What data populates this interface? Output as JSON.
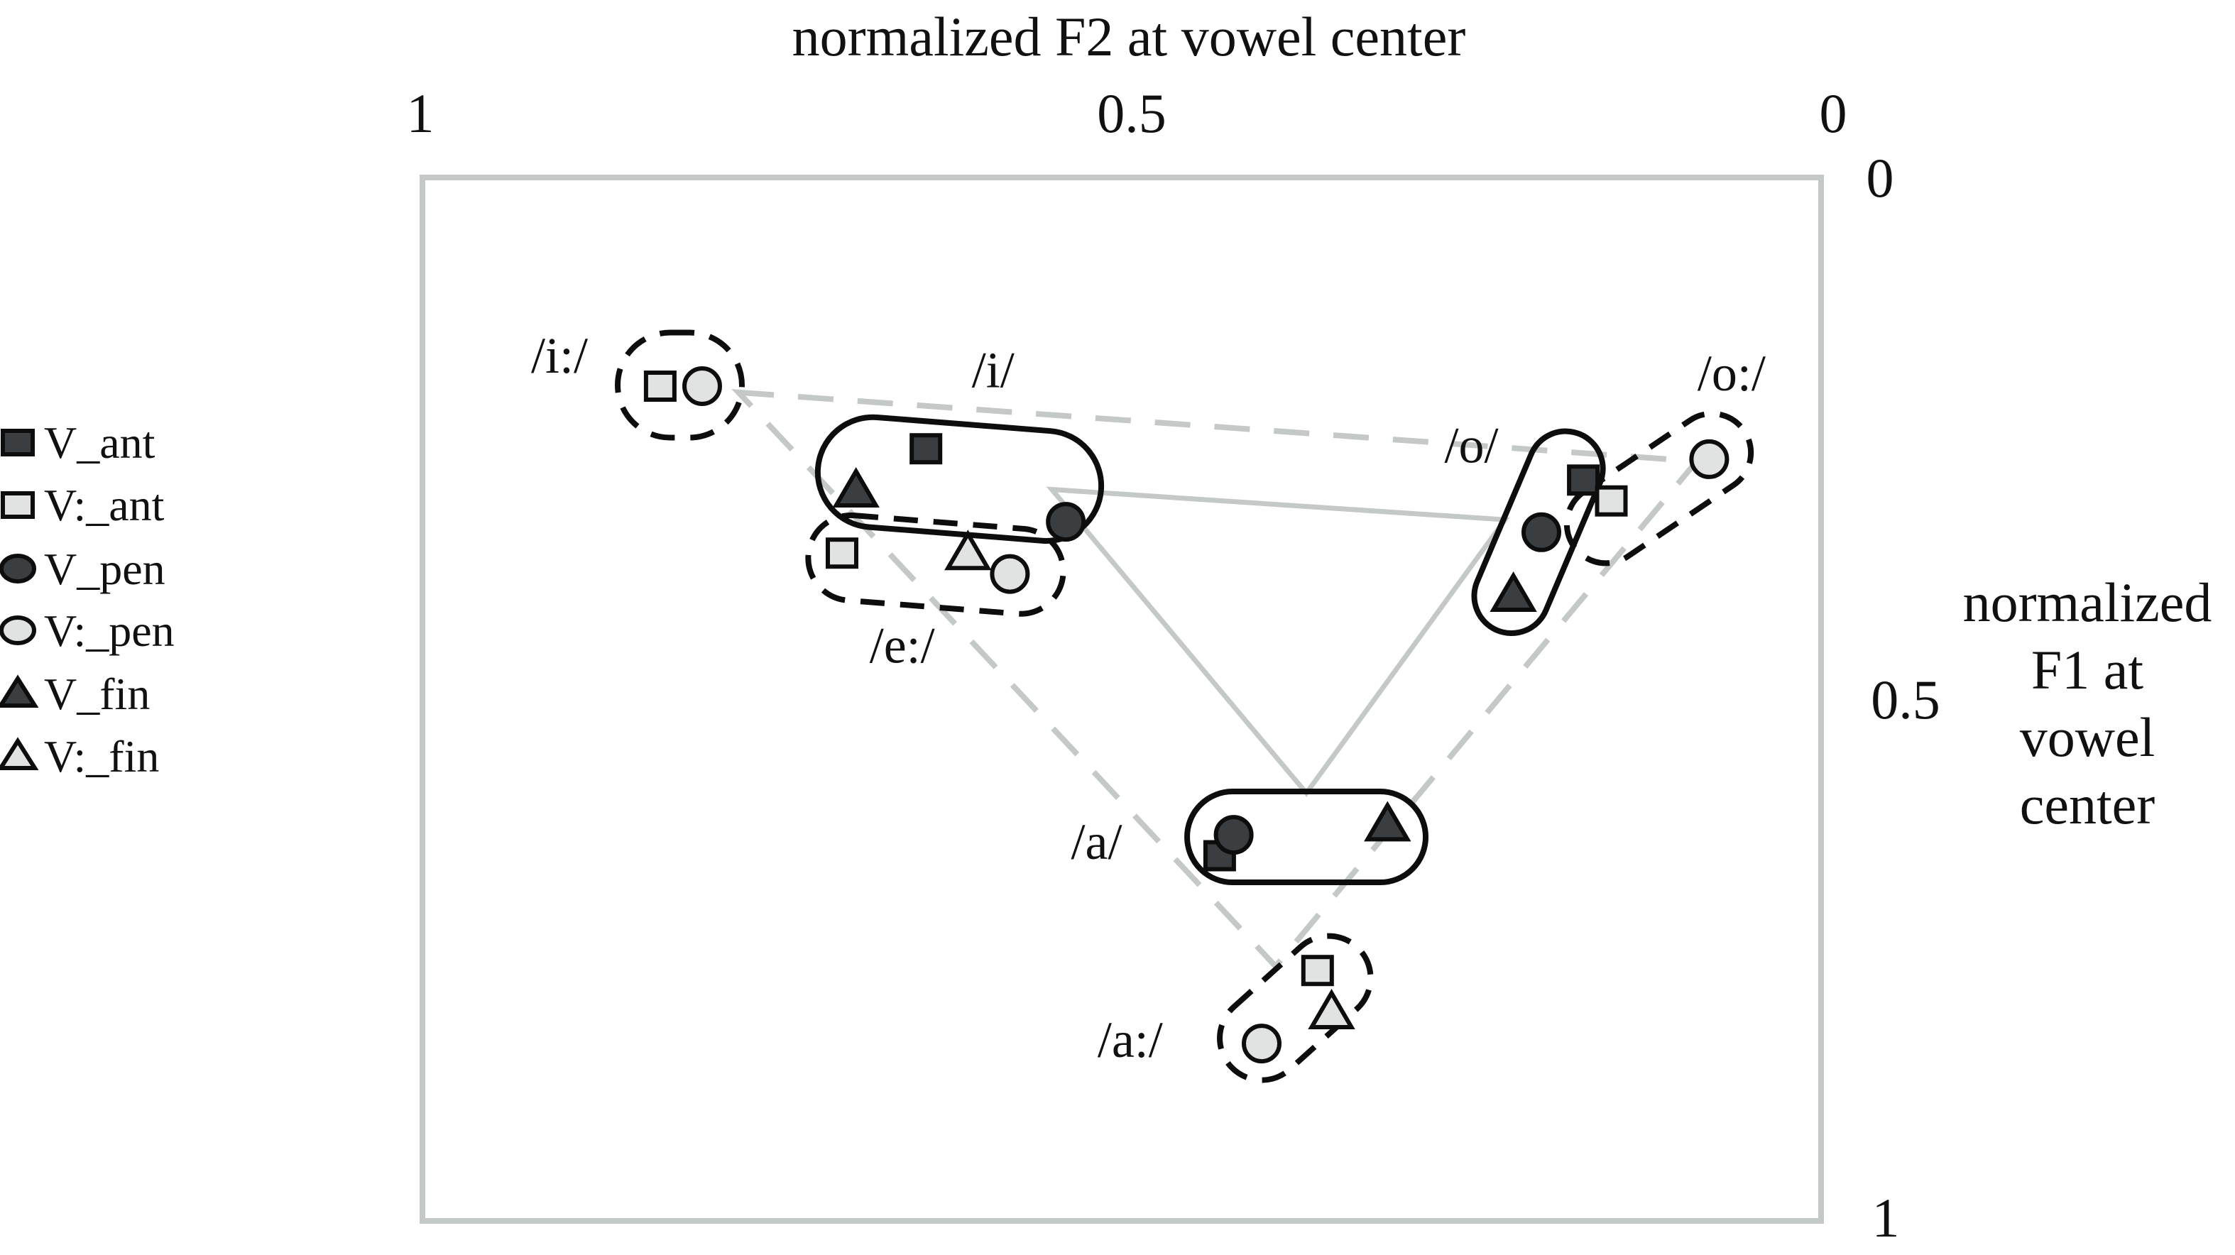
{
  "colors": {
    "dark_fill": "#3a3e40",
    "light_fill": "#e0e3e1",
    "outline": "#0d0d0d",
    "gray": "#c4c9c7",
    "background": "#ffffff"
  },
  "title": "normalized F2 at vowel center",
  "x_axis": {
    "ticks": [
      {
        "label": "1",
        "f2": 1
      },
      {
        "label": "0.5",
        "f2": 0.5
      },
      {
        "label": "0",
        "f2": 0
      }
    ]
  },
  "y_axis": {
    "label_lines": [
      "normalized",
      "F1 at",
      "vowel",
      "center"
    ],
    "ticks": [
      {
        "label": "0",
        "f1": 0
      },
      {
        "label": "0.5",
        "f1": 0.5
      },
      {
        "label": "1",
        "f1": 1
      }
    ]
  },
  "legend": {
    "items": [
      {
        "label": "V_ant",
        "marker": "square",
        "shade": "dark"
      },
      {
        "label": "V:_ant",
        "marker": "square",
        "shade": "light"
      },
      {
        "label": "V_pen",
        "marker": "circle",
        "shade": "dark"
      },
      {
        "label": "V:_pen",
        "marker": "circle",
        "shade": "light"
      },
      {
        "label": "V_fin",
        "marker": "triangle",
        "shade": "dark"
      },
      {
        "label": "V:_fin",
        "marker": "triangle",
        "shade": "light"
      }
    ]
  },
  "chart_data": {
    "type": "scatter",
    "title": "",
    "xlabel": "normalized F2 at vowel center",
    "ylabel": "normalized F1 at vowel center",
    "x_range": [
      1,
      0
    ],
    "y_range": [
      0,
      1
    ],
    "grid": false,
    "legend_position": "left",
    "series": [
      {
        "name": "V_ant",
        "marker": "square",
        "shade": "dark",
        "points": [
          {
            "vowel": "/i/",
            "f2": 0.64,
            "f1": 0.26
          },
          {
            "vowel": "/o/",
            "f2": 0.17,
            "f1": 0.29
          },
          {
            "vowel": "/a/",
            "f2": 0.43,
            "f1": 0.65
          }
        ]
      },
      {
        "name": "V:_ant",
        "marker": "square",
        "shade": "light",
        "points": [
          {
            "vowel": "/i:/",
            "f2": 0.83,
            "f1": 0.2
          },
          {
            "vowel": "/e:/",
            "f2": 0.7,
            "f1": 0.36
          },
          {
            "vowel": "/o:/",
            "f2": 0.15,
            "f1": 0.31
          },
          {
            "vowel": "/a:/",
            "f2": 0.36,
            "f1": 0.76
          }
        ]
      },
      {
        "name": "V_pen",
        "marker": "circle",
        "shade": "dark",
        "points": [
          {
            "vowel": "/i/",
            "f2": 0.54,
            "f1": 0.33
          },
          {
            "vowel": "/o/",
            "f2": 0.2,
            "f1": 0.34
          },
          {
            "vowel": "/a/",
            "f2": 0.42,
            "f1": 0.63
          }
        ]
      },
      {
        "name": "V:_pen",
        "marker": "circle",
        "shade": "light",
        "points": [
          {
            "vowel": "/i:/",
            "f2": 0.8,
            "f1": 0.2
          },
          {
            "vowel": "/e:/",
            "f2": 0.58,
            "f1": 0.38
          },
          {
            "vowel": "/o:/",
            "f2": 0.08,
            "f1": 0.27
          },
          {
            "vowel": "/a:/",
            "f2": 0.4,
            "f1": 0.83
          }
        ]
      },
      {
        "name": "V_fin",
        "marker": "triangle",
        "shade": "dark",
        "points": [
          {
            "vowel": "/i/",
            "f2": 0.69,
            "f1": 0.3
          },
          {
            "vowel": "/o/",
            "f2": 0.22,
            "f1": 0.4
          },
          {
            "vowel": "/a/",
            "f2": 0.31,
            "f1": 0.62
          }
        ]
      },
      {
        "name": "V:_fin",
        "marker": "triangle",
        "shade": "light",
        "points": [
          {
            "vowel": "/e:/",
            "f2": 0.61,
            "f1": 0.36
          },
          {
            "vowel": "/a:/",
            "f2": 0.35,
            "f1": 0.8
          }
        ]
      }
    ],
    "clusters": [
      {
        "vowel": "/i:/",
        "style": "dashed",
        "center": {
          "f2": 0.816,
          "f1": 0.199
        },
        "length": 175,
        "height": 148,
        "rotation": 0,
        "label_pos": {
          "f2": 0.902,
          "f1": 0.17
        }
      },
      {
        "vowel": "/i/",
        "style": "solid",
        "center": {
          "f2": 0.616,
          "f1": 0.289
        },
        "length": 400,
        "height": 155,
        "rotation": 4.5,
        "label_pos": {
          "f2": 0.592,
          "f1": 0.184
        }
      },
      {
        "vowel": "/e:/",
        "style": "dashed",
        "center": {
          "f2": 0.633,
          "f1": 0.371
        },
        "length": 360,
        "height": 120,
        "rotation": 4.5,
        "label_pos": {
          "f2": 0.657,
          "f1": 0.448
        }
      },
      {
        "vowel": "/o/",
        "style": "solid",
        "center": {
          "f2": 0.202,
          "f1": 0.34
        },
        "length": 300,
        "height": 105,
        "rotation": -67,
        "label_pos": {
          "f2": 0.25,
          "f1": 0.256
        }
      },
      {
        "vowel": "/o:/",
        "style": "dashed",
        "center": {
          "f2": 0.116,
          "f1": 0.298
        },
        "length": 290,
        "height": 110,
        "rotation": -34,
        "label_pos": {
          "f2": 0.064,
          "f1": 0.187
        }
      },
      {
        "vowel": "/a/",
        "style": "solid",
        "center": {
          "f2": 0.368,
          "f1": 0.632
        },
        "length": 336,
        "height": 128,
        "rotation": 0,
        "label_pos": {
          "f2": 0.518,
          "f1": 0.636
        }
      },
      {
        "vowel": "/a:/",
        "style": "dashed",
        "center": {
          "f2": 0.376,
          "f1": 0.796
        },
        "length": 245,
        "height": 118,
        "rotation": -42,
        "label_pos": {
          "f2": 0.494,
          "f1": 0.826
        }
      }
    ],
    "connections": [
      {
        "name": "short-vowel-triangle",
        "style": "solid",
        "vertices": [
          {
            "f2": 0.55,
            "f1": 0.299
          },
          {
            "f2": 0.226,
            "f1": 0.328
          },
          {
            "f2": 0.368,
            "f1": 0.59
          }
        ]
      },
      {
        "name": "long-vowel-triangle",
        "style": "dashed",
        "vertices": [
          {
            "f2": 0.774,
            "f1": 0.206
          },
          {
            "f2": 0.089,
            "f1": 0.272
          },
          {
            "f2": 0.39,
            "f1": 0.756
          }
        ]
      }
    ]
  }
}
